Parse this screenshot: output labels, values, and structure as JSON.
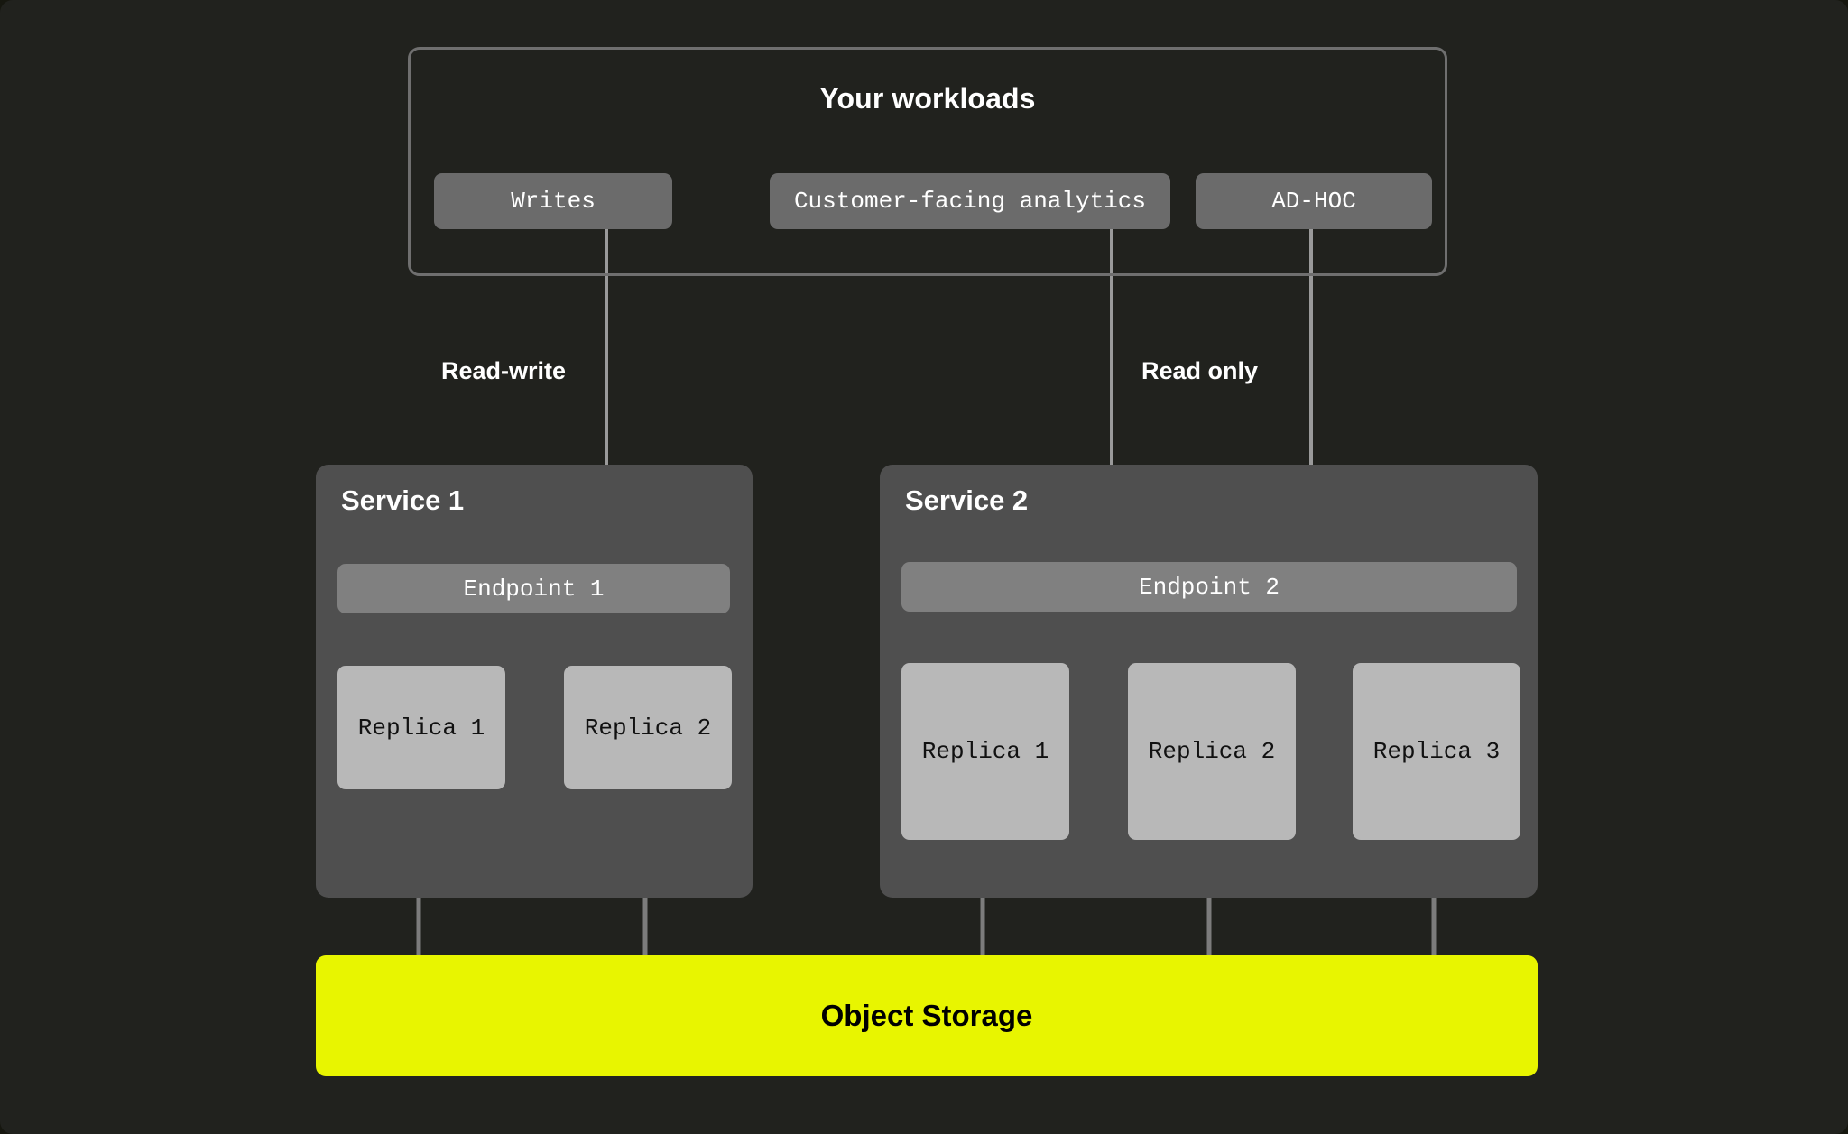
{
  "page": {
    "background_color": "#21221e",
    "accent_color": "#e8f500"
  },
  "workloads": {
    "title": "Your workloads",
    "border_color": "#6f6f6f",
    "buttons": [
      {
        "label": "Writes"
      },
      {
        "label": "Customer-facing analytics"
      },
      {
        "label": "AD-HOC"
      }
    ]
  },
  "path_labels": {
    "read_write": "Read-write",
    "read_only": "Read only"
  },
  "services": [
    {
      "title": "Service 1",
      "endpoint": "Endpoint 1",
      "replicas": [
        {
          "label": "Replica 1"
        },
        {
          "label": "Replica 2"
        }
      ]
    },
    {
      "title": "Service 2",
      "endpoint": "Endpoint 2",
      "replicas": [
        {
          "label": "Replica 1"
        },
        {
          "label": "Replica 2"
        },
        {
          "label": "Replica 3"
        }
      ]
    }
  ],
  "storage": {
    "label": "Object Storage",
    "color": "#e8f500"
  }
}
